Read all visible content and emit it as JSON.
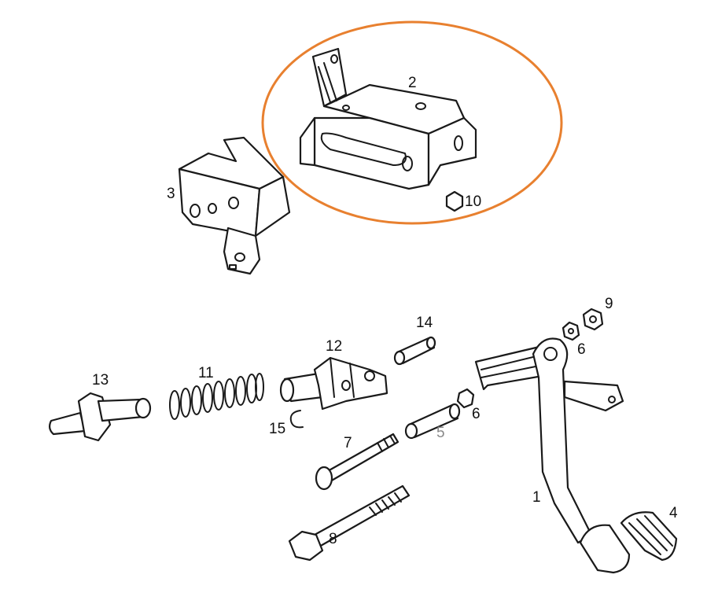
{
  "title": "Pedal assembly exploded diagram",
  "highlight_color": "#E8802F",
  "part_labels": {
    "p1": "1",
    "p2": "2",
    "p3": "3",
    "p4": "4",
    "p5": "5",
    "p6a": "6",
    "p6b": "6",
    "p7": "7",
    "p8": "8",
    "p9": "9",
    "p10": "10",
    "p11": "11",
    "p12": "12",
    "p13": "13",
    "p14": "14",
    "p15": "15"
  }
}
